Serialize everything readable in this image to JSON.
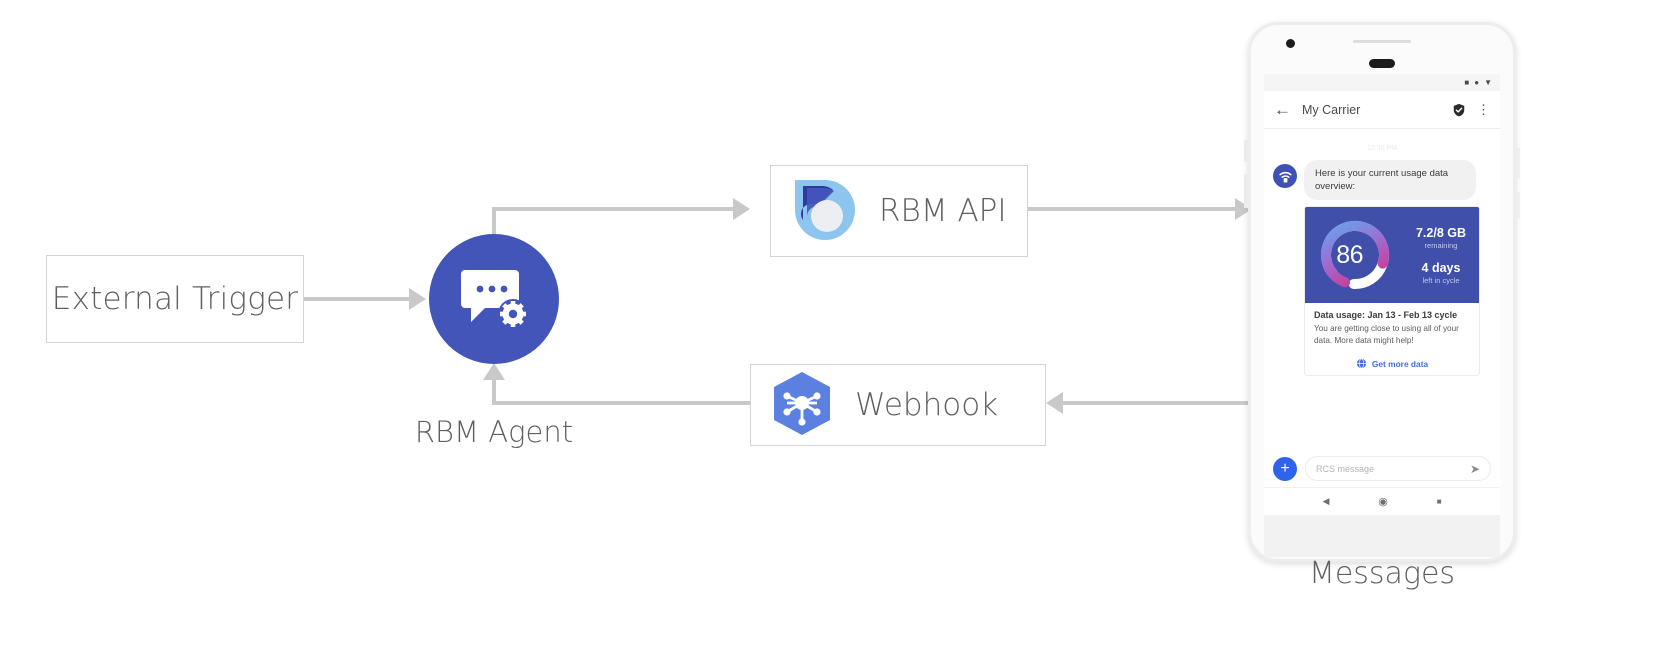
{
  "diagram": {
    "nodes": {
      "external_trigger": {
        "label": "External Trigger"
      },
      "rbm_agent": {
        "label": "RBM Agent",
        "icon": "chat-gear-icon"
      },
      "rbm_api": {
        "label": "RBM API",
        "icon": "rbm-teardrop-icon"
      },
      "webhook": {
        "label": "Webhook",
        "icon": "hexagon-nodes-icon"
      },
      "messages": {
        "label": "Messages"
      }
    },
    "colors": {
      "agent_circle": "#4355b9",
      "connector": "#c9c9c9",
      "box_border": "#d4d4d4",
      "card_hero": "#3f4faa",
      "link_blue": "#3f6fe0",
      "plus_blue": "#2f63e8"
    }
  },
  "phone": {
    "status_bar": {
      "icons": [
        "signal-icon",
        "wifi-dot-icon",
        "battery-icon"
      ]
    },
    "app_bar": {
      "back_icon": "back-arrow-icon",
      "title": "My Carrier",
      "verified_icon": "verified-shield-icon",
      "overflow_icon": "overflow-menu-icon"
    },
    "conversation": {
      "timestamp": "12:30 PM",
      "bot_avatar_icon": "carrier-wifi-avatar-icon",
      "greeting": "Here is your current usage data overview:"
    },
    "rich_card": {
      "gauge": {
        "percent": "86",
        "percent_symbol": "%",
        "value": 86
      },
      "stats": [
        {
          "big": "7.2/8 GB",
          "small": "remaining"
        },
        {
          "big": "4 days",
          "small": "left in cycle"
        }
      ],
      "title": "Data usage: Jan 13 - Feb 13 cycle",
      "description": "You are getting close to using all of your data. More data might help!",
      "action": {
        "icon": "globe-icon",
        "label": "Get more data"
      }
    },
    "composer": {
      "plus_icon": "plus-icon",
      "placeholder": "RCS message",
      "value": "",
      "send_icon": "send-icon"
    },
    "nav_bar": {
      "back_icon": "nav-back-icon",
      "home_icon": "nav-home-icon",
      "recent_icon": "nav-recent-icon"
    }
  }
}
